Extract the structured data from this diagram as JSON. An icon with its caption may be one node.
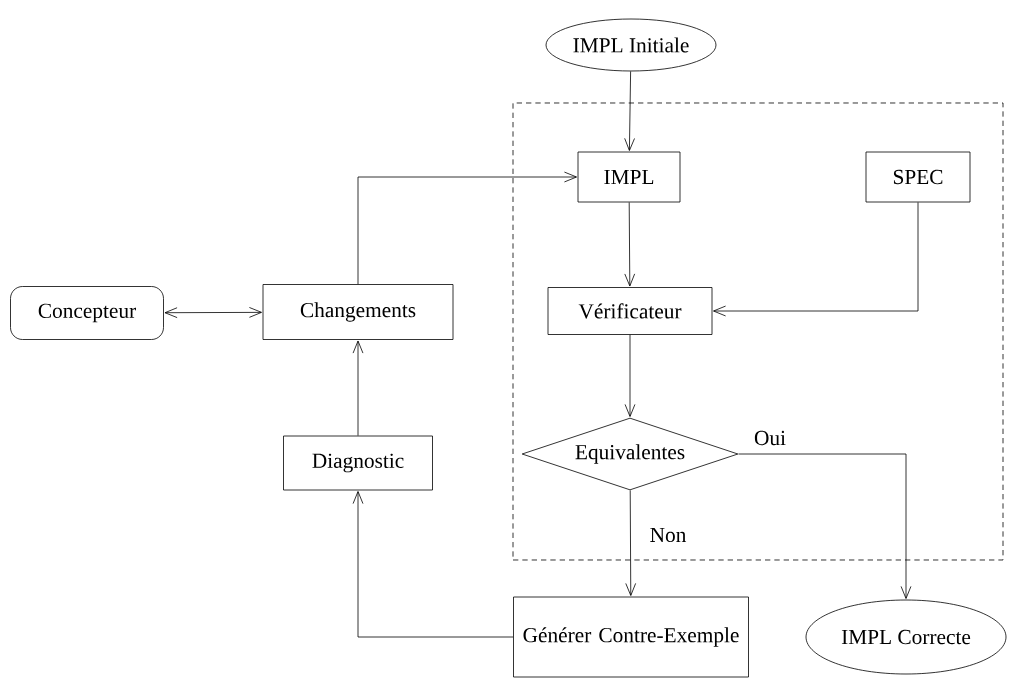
{
  "diagram": {
    "nodes": [
      {
        "text": [
          "IMPL Initiale"
        ]
      },
      {
        "text": [],
        "shape": "box"
      },
      {
        "text": [
          "IMPL"
        ],
        "in": 1
      },
      {
        "text": [
          "SPEC"
        ],
        "in": 1
      },
      {
        "text": [
          "Concepteur"
        ]
      },
      {
        "text": [
          "Changements"
        ]
      },
      {
        "text": [
          "Vérificateur"
        ],
        "in": 1
      },
      {
        "text": [
          "Equivalentes"
        ],
        "in": 1
      },
      {
        "text": [
          "Diagnostic"
        ]
      },
      {
        "text": [
          "Générer Contre-Exemple"
        ]
      },
      {
        "text": [
          "IMPL Correcte"
        ]
      }
    ],
    "edges": [
      {
        "from": 0,
        "to": 2,
        "arrow": "to"
      },
      {
        "from": 5,
        "to": 2,
        "arrow": "to"
      },
      {
        "from": 3,
        "to": 6,
        "arrow": "to"
      },
      {
        "from": 2,
        "to": 6,
        "arrow": "to"
      },
      {
        "from": 4,
        "to": 5,
        "arrow": "both"
      },
      {
        "from": 6,
        "to": 7,
        "arrow": "to"
      },
      {
        "from": 7,
        "to": 10,
        "arrow": "to",
        "label": "Oui"
      },
      {
        "from": 7,
        "to": 9,
        "arrow": "to",
        "label": "Non"
      },
      {
        "from": 9,
        "to": 8,
        "arrow": "to"
      },
      {
        "from": 8,
        "to": 5,
        "arrow": "to"
      }
    ]
  }
}
